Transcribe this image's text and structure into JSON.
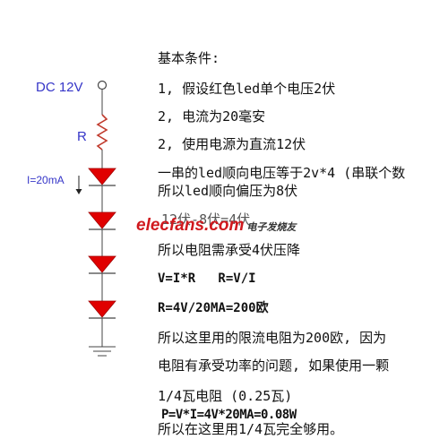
{
  "circuit": {
    "supply_label": "DC 12V",
    "resistor_label": "R",
    "current_label": "I=20mA",
    "led_count": 4,
    "colors": {
      "led": "#e00000",
      "wire": "#444444",
      "label": "#3535c8"
    }
  },
  "notes": {
    "heading": "基本条件:",
    "lines": [
      "1, 假设红色led单个电压2伏",
      "2, 电流为20毫安",
      "2, 使用电源为直流12伏",
      "一串的led顺向电压等于2v*4 (串联个数",
      "所以led顺向偏压为8伏",
      "12伏-8伏=4伏",
      "所以电阻需承受4伏压降",
      "V=I*R   R=V/I",
      "R=4V/20MA=200欧",
      "所以这里用的限流电阻为200欧, 因为",
      "电阻有承受功率的问题, 如果使用一颗",
      "1/4瓦电阻 (0.25瓦)",
      "P=V*I=4V*20MA=0.08W",
      "所以在这里用1/4瓦完全够用。"
    ]
  },
  "watermark": {
    "brand": "elecfans.com",
    "subtitle": "电子发烧友"
  }
}
